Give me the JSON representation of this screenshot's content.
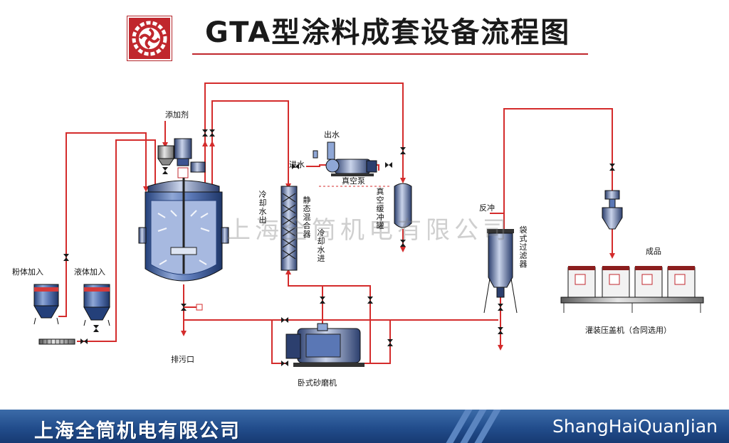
{
  "header": {
    "title": "GTA型涂料成套设备流程图",
    "logo_icon": "gear-swirl-logo-icon",
    "accent_color": "#c0272d"
  },
  "watermark": {
    "text": "上海全筒机电有限公司"
  },
  "labels": {
    "additive": "添加剂",
    "water_out": "出水",
    "water_in": "进水",
    "vacuum_pump": "真空泵",
    "vacuum_buffer": "真空缓冲罐",
    "cooling_water_out": "冷却水出",
    "static_mixer": "静态混合器",
    "cooling_water_in": "冷却水进",
    "powder_feed": "粉体加入",
    "liquid_feed": "液体加入",
    "drain": "排污口",
    "bead_mill": "卧式砂磨机",
    "backflush": "反冲",
    "bag_filter": "袋式过滤器",
    "product": "成品",
    "filling_machine": "灌装压盖机（合同选用）"
  },
  "footer": {
    "company": "上海全筒机电有限公司",
    "brand": "ShangHaiQuanJian"
  },
  "colors": {
    "pipe": "#d42c2c",
    "equipment": "#2e4a86",
    "equipment_light": "#7b95c8",
    "footer": "#224d8c"
  }
}
